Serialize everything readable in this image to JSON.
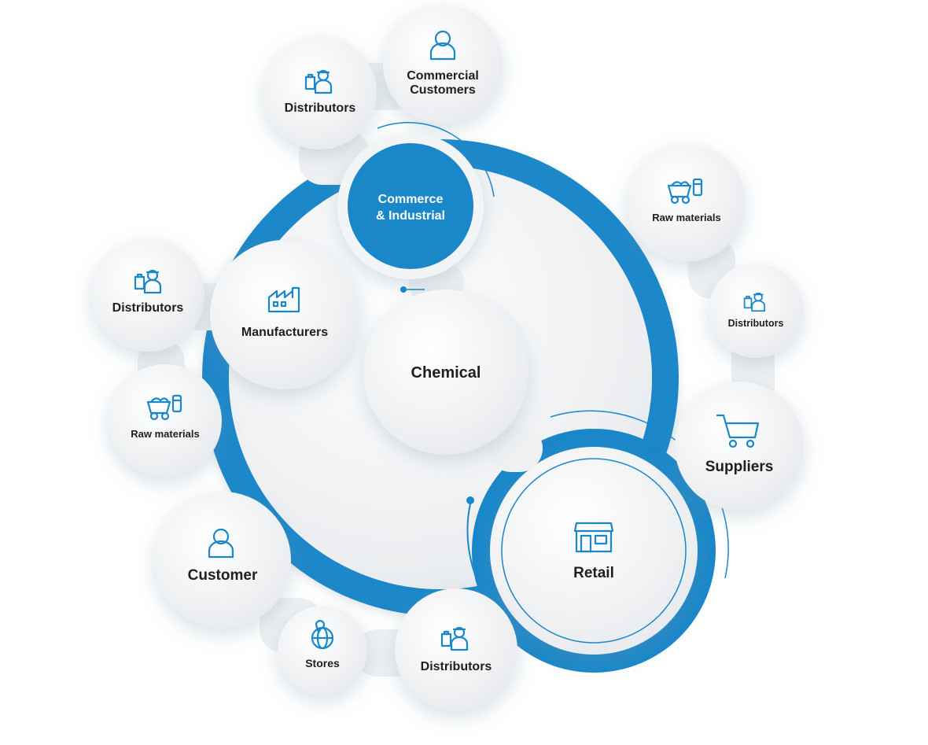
{
  "center": {
    "label": "Chemical"
  },
  "hubs": {
    "commerce": {
      "line1": "Commerce",
      "line2": "& Industrial"
    },
    "retail": {
      "label": "Retail",
      "icon": "storefront-icon"
    }
  },
  "nodes": {
    "commercial_customers": {
      "line1": "Commercial",
      "line2": "Customers",
      "icon": "user-icon"
    },
    "distributors_top": {
      "label": "Distributors",
      "icon": "distributor-icon"
    },
    "raw_materials_right": {
      "label": "Raw materials",
      "icon": "mining-cart-icon"
    },
    "distributors_right": {
      "label": "Distributors",
      "icon": "distributor-icon"
    },
    "suppliers": {
      "label": "Suppliers",
      "icon": "shopping-cart-icon"
    },
    "distributors_left": {
      "label": "Distributors",
      "icon": "distributor-icon"
    },
    "manufacturers": {
      "label": "Manufacturers",
      "icon": "factory-icon"
    },
    "raw_materials_left": {
      "label": "Raw materials",
      "icon": "mining-cart-icon"
    },
    "customer": {
      "label": "Customer",
      "icon": "user-icon"
    },
    "stores": {
      "label": "Stores",
      "icon": "globe-pin-icon"
    },
    "distributors_bottom": {
      "label": "Distributors",
      "icon": "distributor-icon"
    }
  },
  "colors": {
    "accent": "#1a87c9",
    "node": "#eef0f2",
    "text": "#1f1f1f"
  }
}
